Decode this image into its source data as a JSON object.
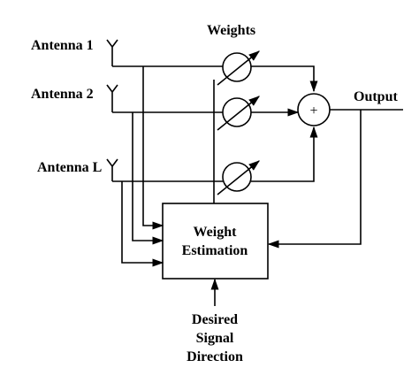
{
  "diagram": {
    "weights_label": "Weights",
    "output_label": "Output",
    "antennas": [
      {
        "label": "Antenna 1"
      },
      {
        "label": "Antenna 2"
      },
      {
        "label": "Antenna L"
      }
    ],
    "summer_symbol": "+",
    "estimator": {
      "line1": "Weight",
      "line2": "Estimation"
    },
    "desired": {
      "line1": "Desired",
      "line2": "Signal",
      "line3": "Direction"
    }
  }
}
